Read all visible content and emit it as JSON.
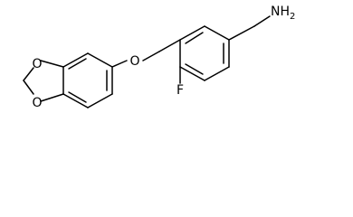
{
  "molecule": {
    "atom_labels": {
      "o1": "O",
      "o2": "O",
      "o3": "O",
      "f": "F",
      "nh2_main": "NH",
      "nh2_sub": "2"
    }
  }
}
